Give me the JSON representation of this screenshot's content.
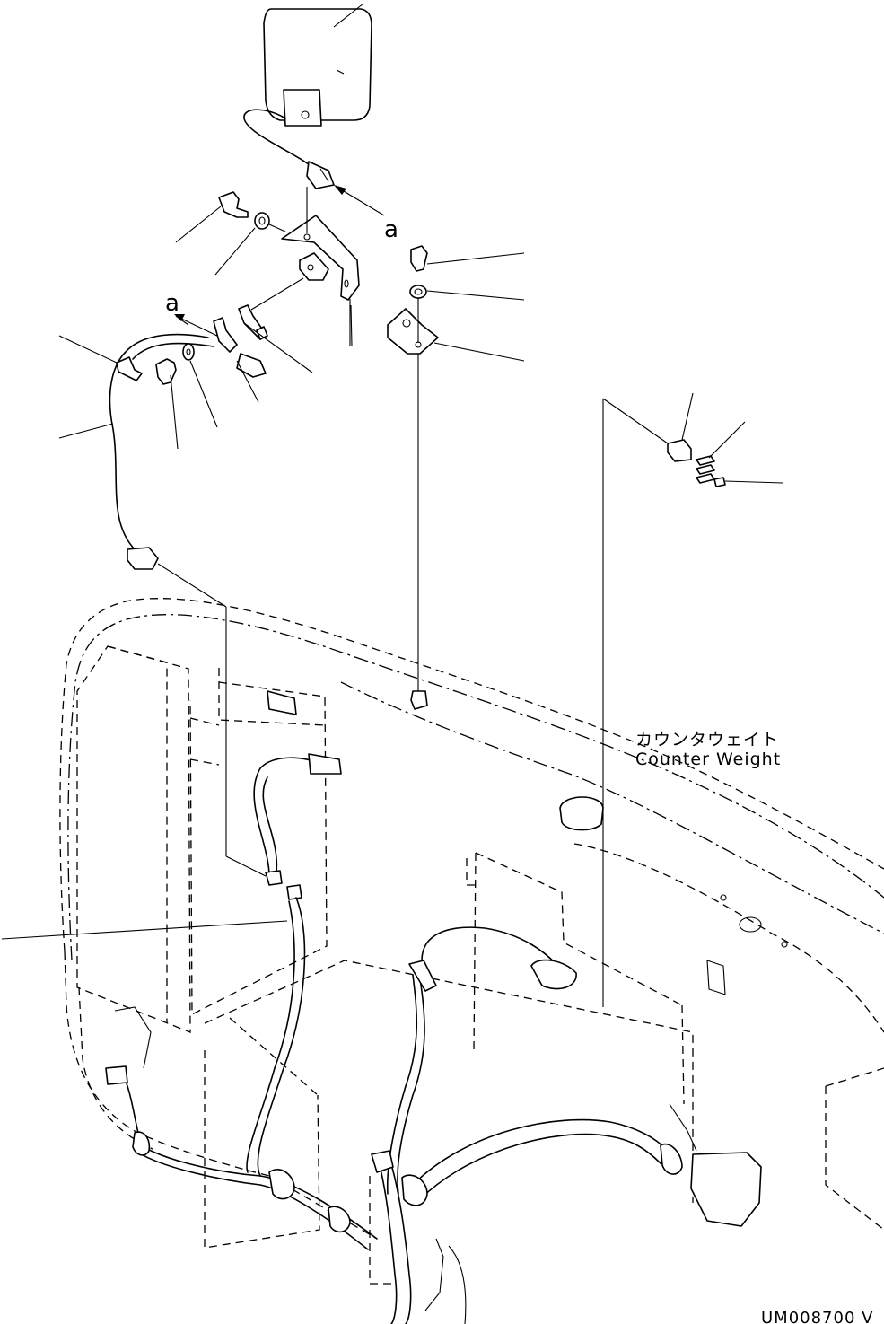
{
  "callout_letter": "a",
  "counterweight_label_jp": "カウンタウェイト",
  "counterweight_label_en": "Counter Weight",
  "drawing_code": "UM008700 V"
}
